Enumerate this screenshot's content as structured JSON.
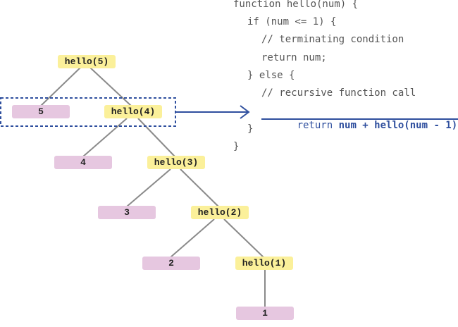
{
  "tree": {
    "calls": [
      "hello(5)",
      "hello(4)",
      "hello(3)",
      "hello(2)",
      "hello(1)"
    ],
    "values": [
      "5",
      "4",
      "3",
      "2",
      "1"
    ]
  },
  "code": {
    "line1": "function hello(num) {",
    "line2": "if (num <= 1) {",
    "line3": "// terminating condition",
    "line4": "return num;",
    "line5": "} else {",
    "line6": "// recursive function call",
    "line7_keyword": "return ",
    "line7_expr": "num + hello(num - 1)",
    "line7_end": ";",
    "line8": "}",
    "line9": "}"
  },
  "colors": {
    "call_fill": "#fbf09a",
    "value_fill": "#e6c7e0",
    "edge": "#8a8a8a",
    "highlight": "#2f4f9e",
    "code_text": "#555555"
  }
}
